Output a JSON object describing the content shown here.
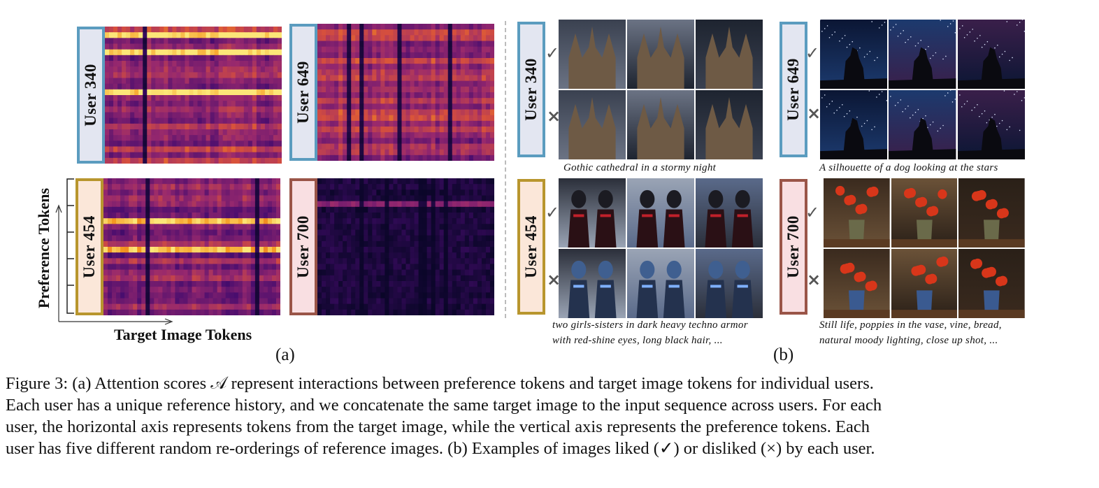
{
  "panel_a": {
    "label": "(a)",
    "y_axis_label": "Preference Tokens",
    "x_axis_label": "Target Image Tokens",
    "heatmaps": [
      {
        "user": "User 340",
        "border": "#5b9cbf",
        "fill": "#e3e6f1",
        "intensity": 0.75
      },
      {
        "user": "User 649",
        "border": "#5b9cbf",
        "fill": "#e3e6f1",
        "intensity": 0.8
      },
      {
        "user": "User 454",
        "border": "#b8962e",
        "fill": "#fbe7d9",
        "intensity": 0.65
      },
      {
        "user": "User 700",
        "border": "#9a5548",
        "fill": "#f9dfe2",
        "intensity": 0.12
      }
    ]
  },
  "panel_b": {
    "label": "(b)",
    "liked_mark": "✓",
    "disliked_mark": "×",
    "groups": [
      {
        "user": "User 340",
        "border": "#5b9cbf",
        "fill": "#e3e6f1",
        "prompt_lines": [
          "Gothic cathedral in a stormy night"
        ]
      },
      {
        "user": "User 649",
        "border": "#5b9cbf",
        "fill": "#e3e6f1",
        "prompt_lines": [
          "A silhouette of a dog looking at the stars"
        ]
      },
      {
        "user": "User 454",
        "border": "#b8962e",
        "fill": "#fbe7d9",
        "prompt_lines": [
          "two girls-sisters in dark heavy techno armor",
          "with red-shine eyes, long black hair, ..."
        ]
      },
      {
        "user": "User 700",
        "border": "#9a5548",
        "fill": "#f9dfe2",
        "prompt_lines": [
          "Still life, poppies in the vase, vine, bread,",
          "natural moody lighting, close up shot, ..."
        ]
      }
    ]
  },
  "caption": {
    "lines": [
      "Figure 3: (a) Attention scores 𝒜 represent interactions between preference tokens and target image tokens for individual users.",
      "Each user has a unique reference history, and we concatenate the same target image to the input sequence across users. For each",
      "user, the horizontal axis represents tokens from the target image, while the vertical axis represents the preference tokens. Each",
      "user has five different random re-orderings of reference images. (b) Examples of images liked (✓) or disliked (×) by each user."
    ]
  }
}
